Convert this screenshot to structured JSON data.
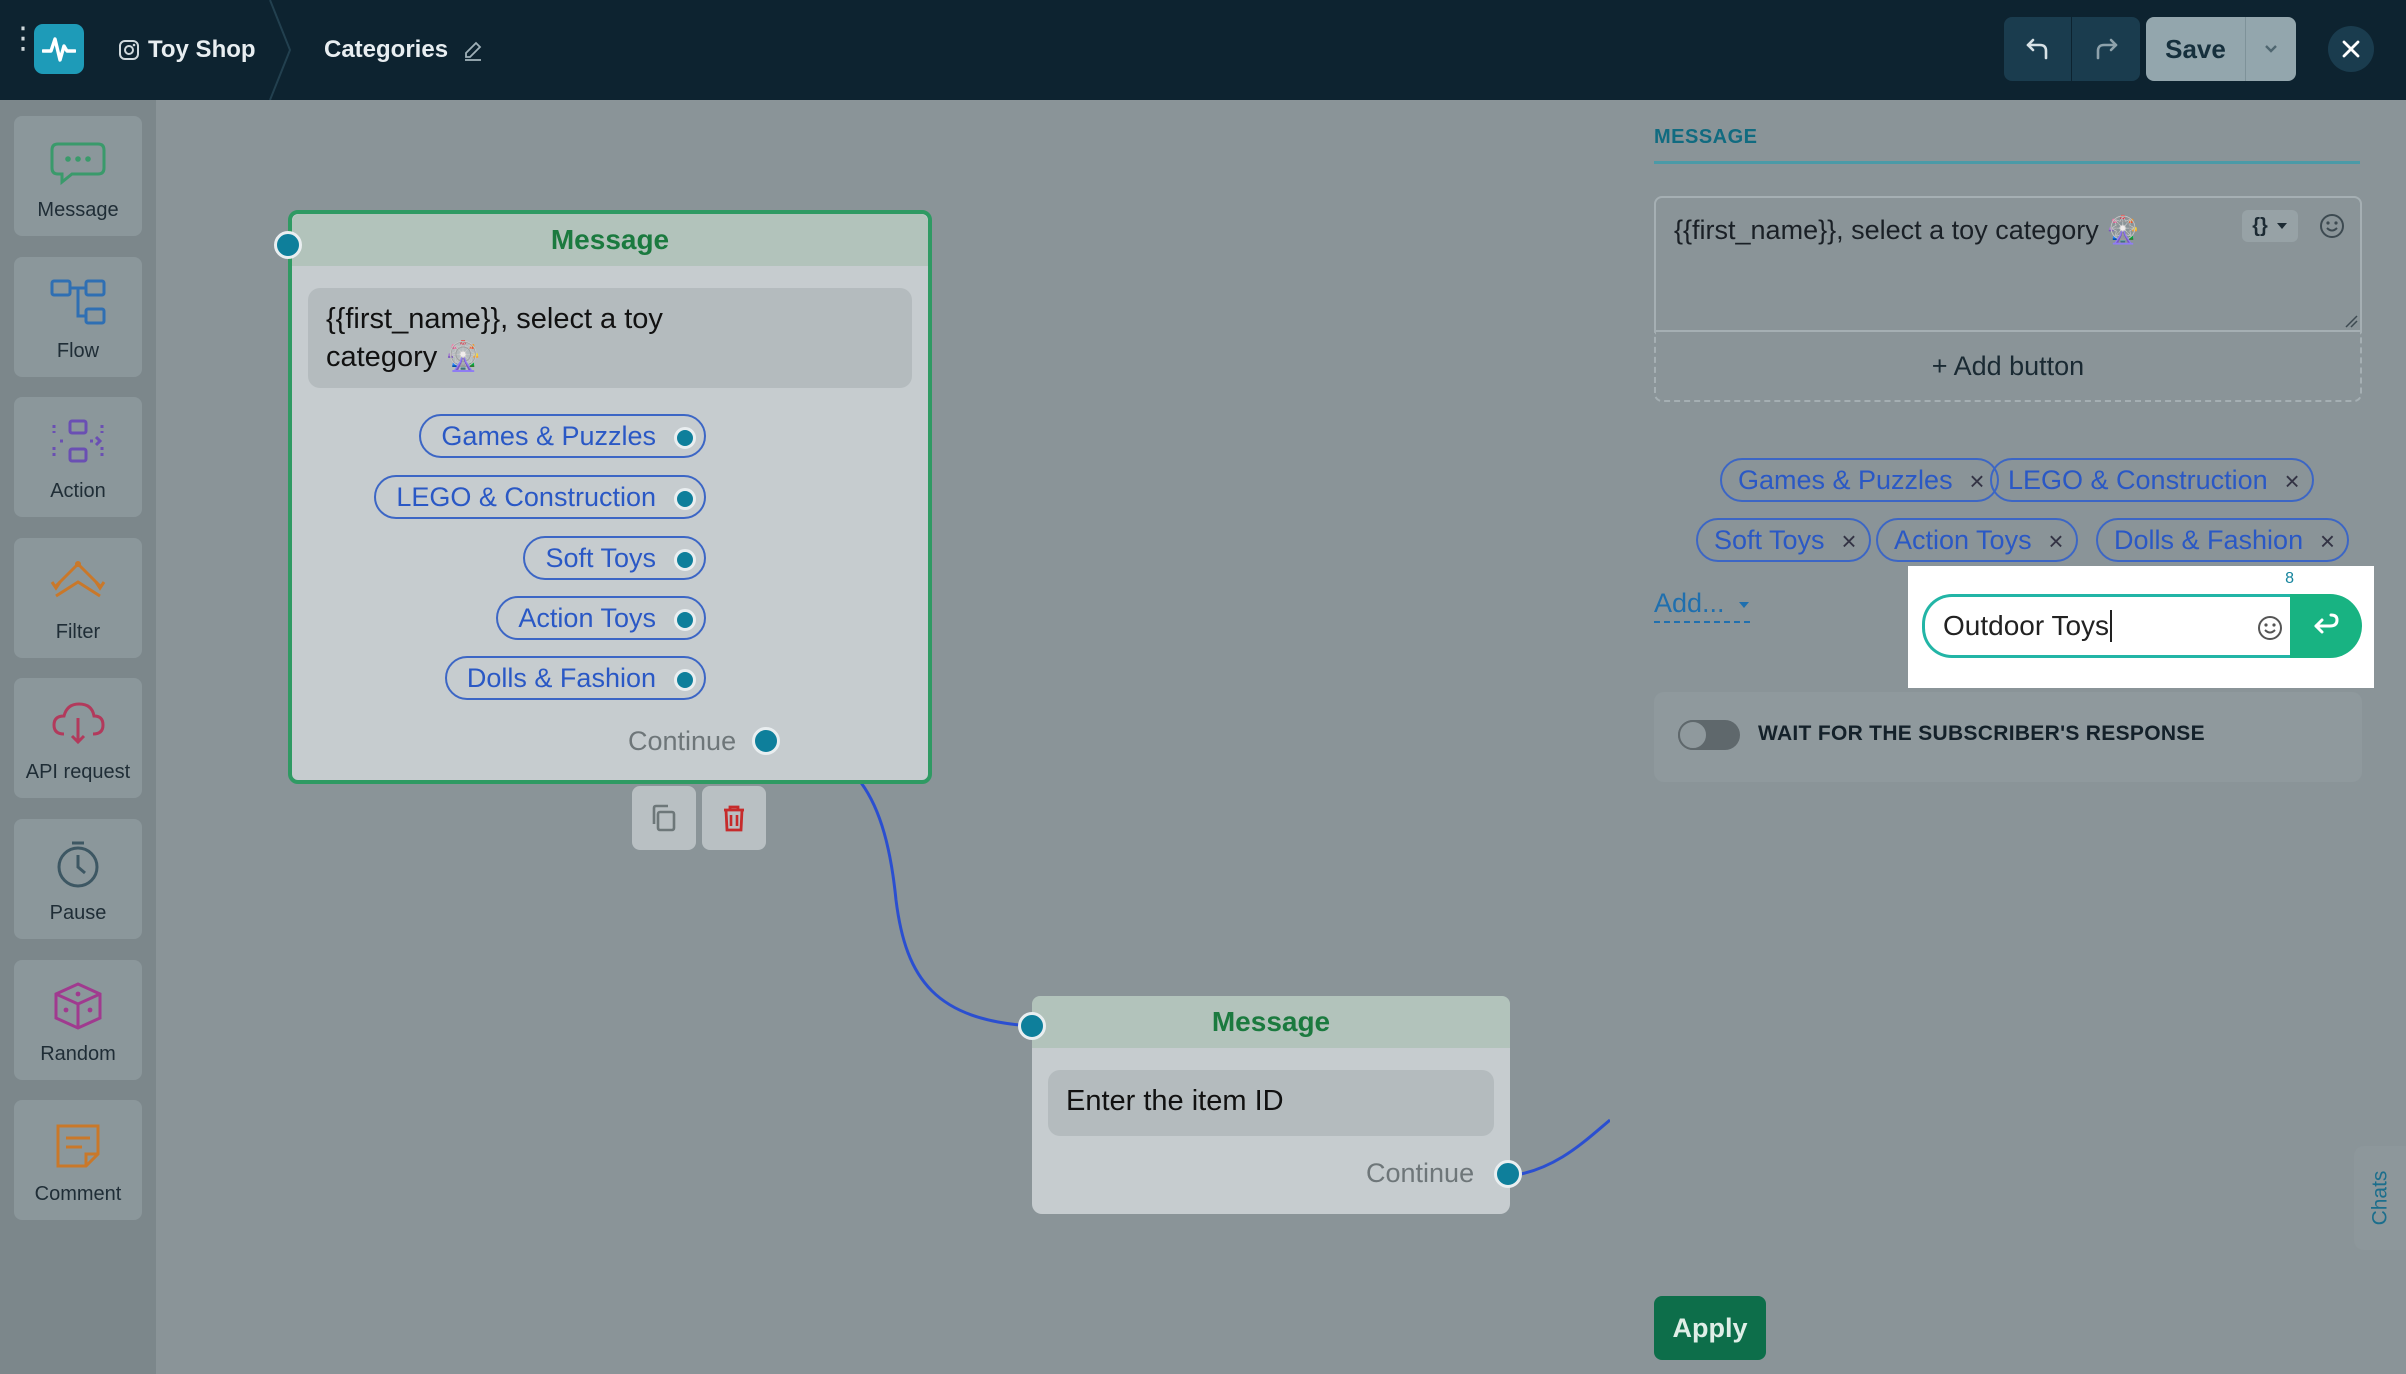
{
  "topbar": {
    "bot_name": "Toy Shop",
    "page_name": "Categories",
    "save_label": "Save"
  },
  "toolbar": {
    "items": [
      {
        "label": "Message",
        "icon": "message-icon",
        "color": "#3a9a6b"
      },
      {
        "label": "Flow",
        "icon": "flow-icon",
        "color": "#2f6fb3"
      },
      {
        "label": "Action",
        "icon": "action-icon",
        "color": "#6a4fb3"
      },
      {
        "label": "Filter",
        "icon": "filter-icon",
        "color": "#c9782a"
      },
      {
        "label": "API request",
        "icon": "cloud-icon",
        "color": "#b23a5c"
      },
      {
        "label": "Pause",
        "icon": "clock-icon",
        "color": "#3d5763"
      },
      {
        "label": "Random",
        "icon": "dice-icon",
        "color": "#a03a8f"
      },
      {
        "label": "Comment",
        "icon": "note-icon",
        "color": "#c9782a"
      }
    ]
  },
  "canvas": {
    "node1": {
      "title": "Message",
      "text_line1": "{{first_name}}, select a toy",
      "text_line2": "category 🎡",
      "buttons": [
        "Games & Puzzles",
        "LEGO & Construction",
        "Soft Toys",
        "Action Toys",
        "Dolls & Fashion"
      ],
      "continue": "Continue"
    },
    "node2": {
      "title": "Message",
      "text": "Enter the item ID",
      "continue": "Continue"
    }
  },
  "panel": {
    "heading": "MESSAGE",
    "message_text": "{{first_name}}, select a toy category 🎡",
    "var_button": "{}",
    "add_button": "+ Add button",
    "tags": [
      "Games & Puzzles",
      "LEGO & Construction",
      "Soft Toys",
      "Action Toys",
      "Dolls & Fashion"
    ],
    "add_link": "Add...",
    "new_button_value": "Outdoor Toys",
    "char_counter": "8",
    "wait_label": "WAIT FOR THE SUBSCRIBER'S RESPONSE",
    "wait_enabled": false,
    "apply_label": "Apply",
    "chats_tab": "Chats"
  }
}
